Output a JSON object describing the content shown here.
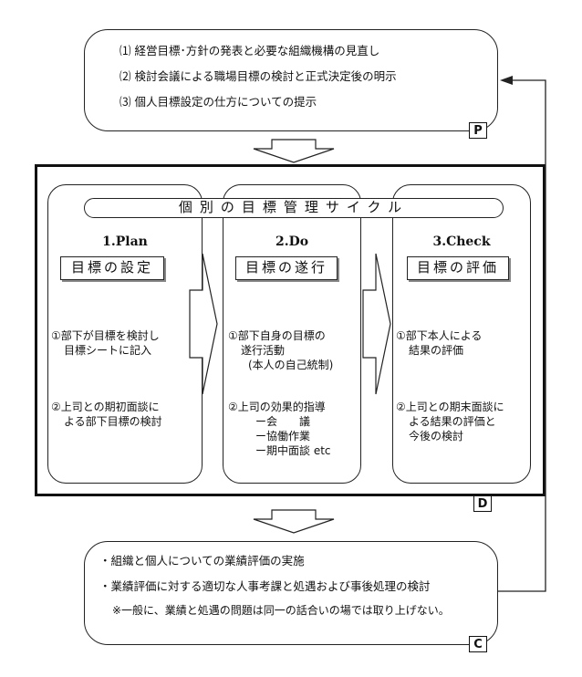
{
  "top_box": {
    "lines": [
      "⑴ 経営目標･方針の発表と必要な組織機構の見直し",
      "⑵ 検討会議による職場目標の検討と正式決定後の明示",
      "⑶ 個人目標設定の仕方についての提示"
    ],
    "tag": "P"
  },
  "cycle_banner": "個別の目標管理サイクル",
  "phases": [
    {
      "title": "1.Plan",
      "label": "目標の設定",
      "item1": [
        "①部下が目標を検討し",
        "目標シートに記入"
      ],
      "item2": [
        "②上司との期初面談に",
        "よる部下目標の検討"
      ]
    },
    {
      "title": "2.Do",
      "label": "目標の遂行",
      "item1": [
        "①部下自身の目標の",
        "遂行活動",
        "(本人の自己統制)"
      ],
      "item2": [
        "②上司の効果的指導",
        "ー会　　議",
        "ー協働作業",
        "ー期中面談 etc"
      ]
    },
    {
      "title": "3.Check",
      "label": "目標の評価",
      "item1": [
        "①部下本人による",
        "結果の評価"
      ],
      "item2": [
        "②上司との期末面談に",
        "よる結果の評価と",
        "今後の検討"
      ]
    }
  ],
  "do_tag": "D",
  "bottom_box": {
    "lines": [
      "・組織と個人についての業績評価の実施",
      "・業績評価に対する適切な人事考課と処遇および事後処理の検討",
      "※一般に、業績と処遇の問題は同一の話合いの場では取り上げない。"
    ],
    "tag": "C"
  }
}
